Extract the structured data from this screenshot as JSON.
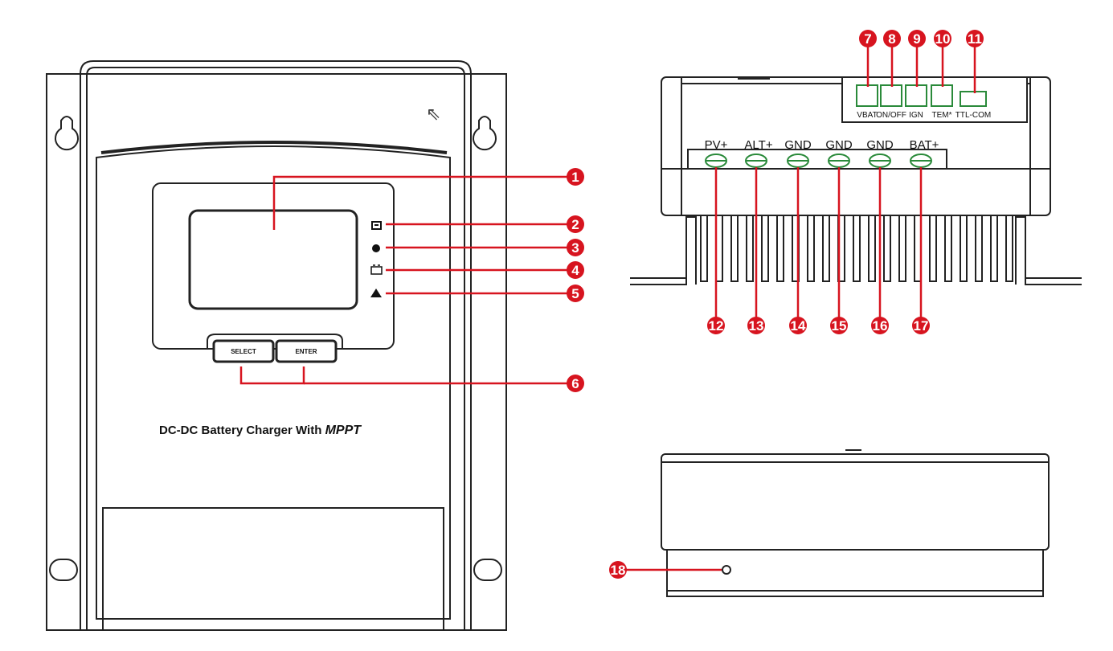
{
  "front": {
    "product_title": "DC-DC Battery Charger With ",
    "product_title_em": "MPPT",
    "buttons": [
      "SELECT",
      "ENTER"
    ],
    "indicator_icons": [
      "battery-source-icon",
      "charging-dot-icon",
      "battery-icon",
      "warning-icon"
    ]
  },
  "top": {
    "ports": [
      "VBAT",
      "ON/OFF",
      "IGN",
      "TEM*",
      "TTL-COM"
    ],
    "terminals": [
      "PV+",
      "ALT+",
      "GND",
      "GND",
      "GND",
      "BAT+"
    ]
  },
  "callouts": {
    "front": [
      "1",
      "2",
      "3",
      "4",
      "5",
      "6"
    ],
    "ports": [
      "7",
      "8",
      "9",
      "10",
      "11"
    ],
    "terminals": [
      "12",
      "13",
      "14",
      "15",
      "16",
      "17"
    ],
    "side": [
      "18"
    ]
  },
  "colors": {
    "callout": "#d7141f",
    "terminal_green": "#2a8a3a",
    "outline": "#222222"
  }
}
